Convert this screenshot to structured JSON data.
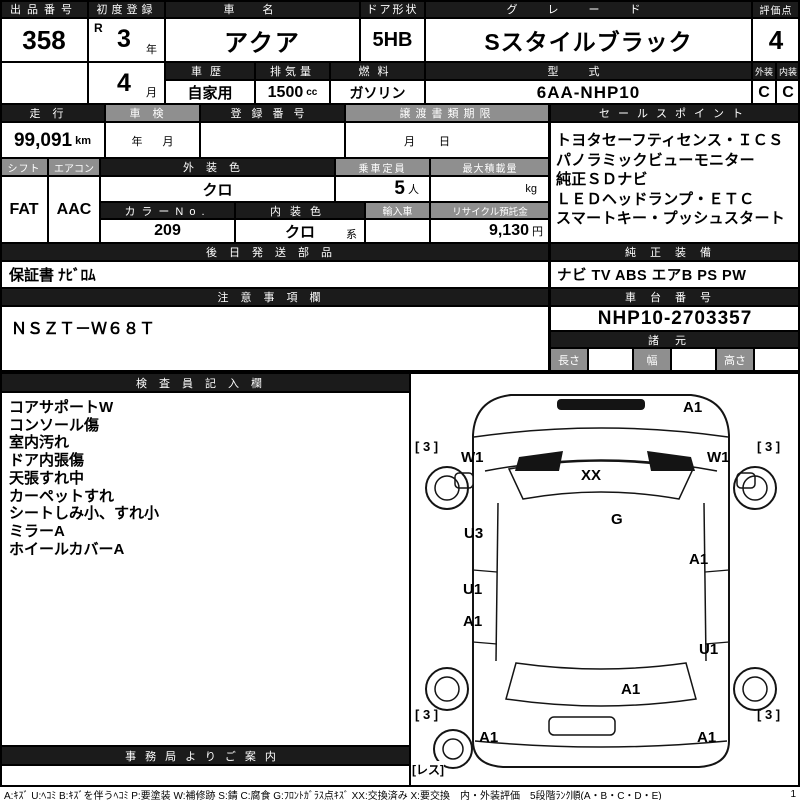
{
  "top": {
    "auction_no_label": "出品番号",
    "auction_no": "358",
    "first_reg_label": "初度登録",
    "era": "R",
    "reg_year": "3",
    "year_unit": "年",
    "reg_month": "4",
    "month_unit": "月",
    "car_name_label": "車名",
    "car_name": "アクア",
    "door_label": "ドア形状",
    "door": "5HB",
    "grade_label": "グレード",
    "grade": "Sスタイルブラック",
    "score_label": "評価点",
    "score": "4",
    "history_label": "車歴",
    "history": "自家用",
    "displacement_label": "排気量",
    "displacement": "1500",
    "displacement_unit": "cc",
    "fuel_label": "燃料",
    "fuel": "ガソリン",
    "model_label": "型式",
    "model": "6AA-NHP10",
    "exterior_label": "外装",
    "exterior": "C",
    "interior_label": "内装",
    "interior": "C"
  },
  "mid": {
    "mileage_label": "走行",
    "mileage": "99,091",
    "mileage_unit": "km",
    "inspection_label": "車検",
    "inspection_year_unit": "年",
    "inspection_month_unit": "月",
    "registration_label": "登録番号",
    "transfer_label": "譲渡書類期限",
    "transfer_month_unit": "月",
    "transfer_day_unit": "日"
  },
  "spec": {
    "shift_label": "シフト",
    "shift": "FAT",
    "aircon_label": "エアコン",
    "aircon": "AAC",
    "ext_color_label": "外装色",
    "ext_color": "クロ",
    "capacity_label": "乗車定員",
    "capacity": "5",
    "capacity_unit": "人",
    "max_load_label": "最大積載量",
    "max_load_unit": "kg",
    "color_no_label": "カラーNo.",
    "color_no": "209",
    "int_color_label": "内装色",
    "int_color": "クロ",
    "int_color_suffix": "系",
    "import_label": "輸入車",
    "recycle_label": "リサイクル預託金",
    "recycle_fee": "9,130",
    "recycle_unit": "円"
  },
  "sales": {
    "label": "セールスポイント",
    "items": [
      "トヨタセーフティセンス・ＩＣＳ",
      "パノラミックビューモニター",
      "純正ＳＤナビ",
      "ＬＥＤヘッドランプ・ＥＴＣ",
      "スマートキー・プッシュスタート"
    ]
  },
  "later_parts": {
    "label": "後日発送部品",
    "value": "保証書 ﾅﾋﾞﾛﾑ"
  },
  "equipment": {
    "label": "純正装備",
    "value": "ナビ TV ABS エアB PS PW"
  },
  "notes": {
    "label": "注意事項欄",
    "value": "ＮＳＺＴ－Ｗ６８Ｔ"
  },
  "chassis": {
    "label": "車台番号",
    "value": "NHP10-2703357"
  },
  "dimensions": {
    "label": "諸元",
    "length_label": "長さ",
    "width_label": "幅",
    "height_label": "高さ"
  },
  "inspector": {
    "label": "検査員記入欄",
    "items": [
      "コアサポートW",
      "コンソール傷",
      "室内汚れ",
      "ドア内張傷",
      "天張すれ中",
      "カーペットすれ",
      "シートしみ小、すれ小",
      "ミラーA",
      "ホイールカバーA"
    ]
  },
  "office": {
    "label": "事務局よりご案内"
  },
  "diagram": {
    "marks": {
      "hood_right": "A1",
      "front_left_bracket": "[ 3 ]",
      "front_left_fender": "W1",
      "front_right_fender": "W1",
      "front_right_bracket": "[ 3 ]",
      "windshield": "XX",
      "glass": "G",
      "left_front_door": "U3",
      "right_side": "A1",
      "left_side_1": "U1",
      "left_side_2": "A1",
      "right_rear_door": "U1",
      "rear_gate": "A1",
      "rear_left_bracket": "[ 3 ]",
      "rear_right_bracket": "[ 3 ]",
      "rear_left": "A1",
      "rear_right": "A1",
      "spare": "[レス]"
    }
  },
  "footer": {
    "legend": "A:ｷｽﾞ U:ﾍｺﾐ B:ｷｽﾞを伴うﾍｺﾐ P:要塗装 W:補修跡 S:錆 C:腐食 G:ﾌﾛﾝﾄｶﾞﾗｽ点ｷｽﾞ XX:交換済み X:要交換　内・外装評価　5段階ﾗﾝｸ順(A・B・C・D・E)",
    "page": "1"
  }
}
